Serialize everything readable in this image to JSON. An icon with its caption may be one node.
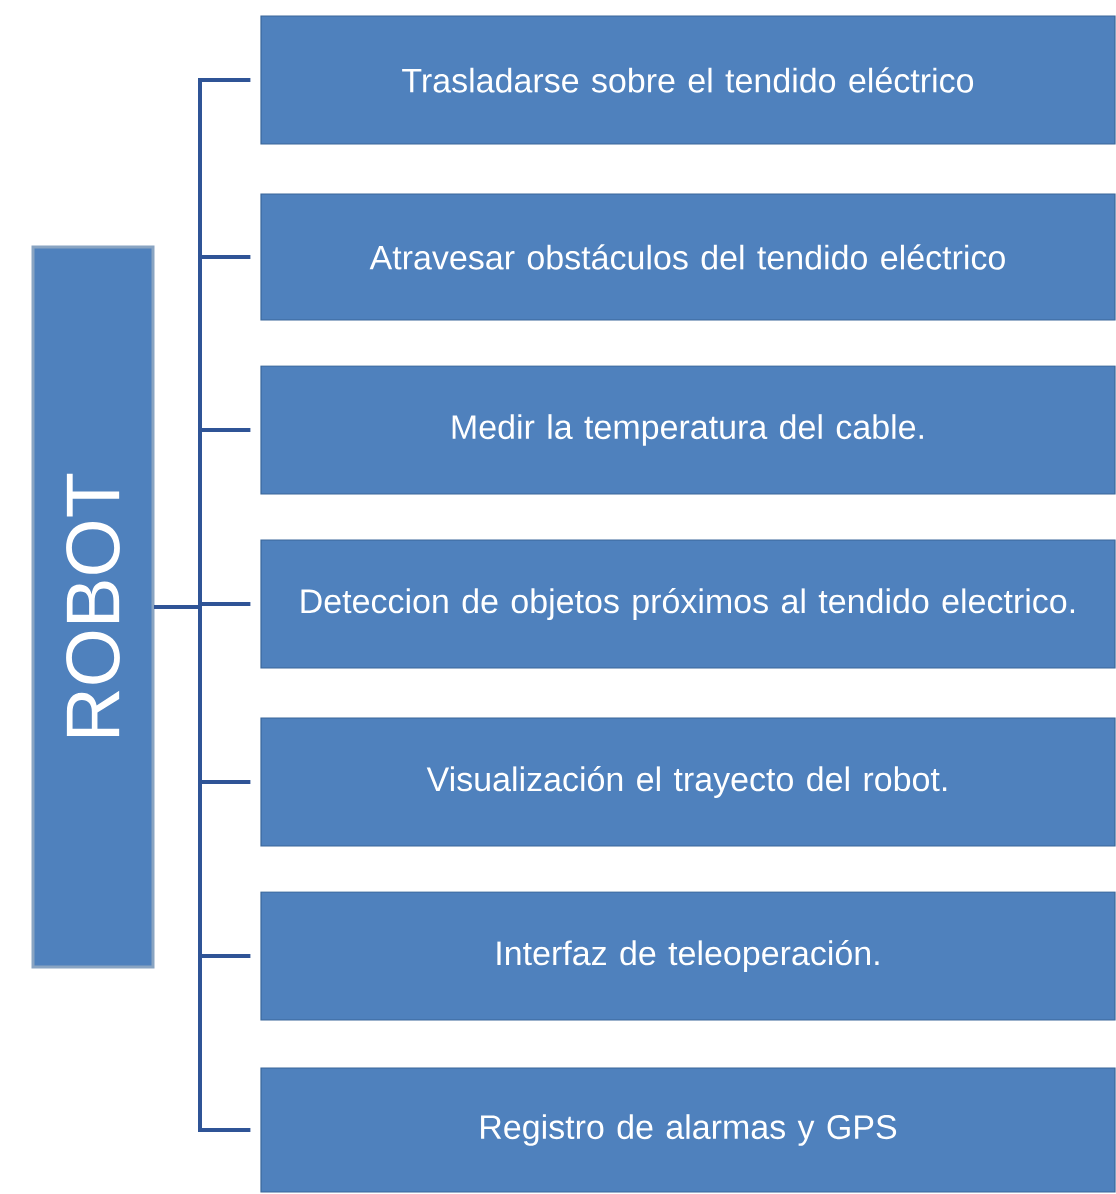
{
  "diagram": {
    "nodes": [
      {
        "text": [
          "ROBOT"
        ]
      },
      {
        "text": [
          "Trasladarse sobre el tendido eléctrico"
        ]
      },
      {
        "text": [
          "Atravesar obstáculos del tendido eléctrico"
        ]
      },
      {
        "text": [
          "Medir la temperatura del cable."
        ]
      },
      {
        "text": [
          "Deteccion de objetos próximos al tendido electrico."
        ]
      },
      {
        "text": [
          "Visualización el trayecto del robot."
        ]
      },
      {
        "text": [
          "Interfaz de teleoperación."
        ]
      },
      {
        "text": [
          "Registro de alarmas y GPS"
        ]
      }
    ],
    "edges": [
      {
        "from": 0,
        "to": 1,
        "arrow": "none"
      },
      {
        "from": 0,
        "to": 2,
        "arrow": "none"
      },
      {
        "from": 0,
        "to": 3,
        "arrow": "none"
      },
      {
        "from": 0,
        "to": 4,
        "arrow": "none"
      },
      {
        "from": 0,
        "to": 5,
        "arrow": "none"
      },
      {
        "from": 0,
        "to": 6,
        "arrow": "none"
      },
      {
        "from": 0,
        "to": 7,
        "arrow": "none"
      }
    ]
  }
}
